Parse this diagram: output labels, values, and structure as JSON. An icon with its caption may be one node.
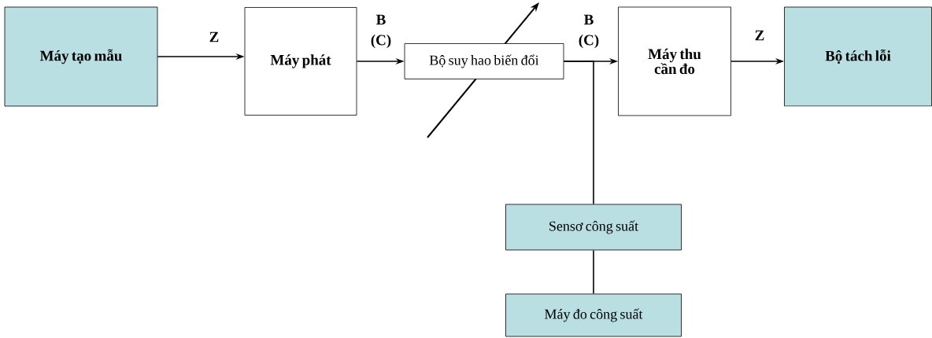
{
  "diagram": {
    "nodes": [
      {
        "text": [
          "Máy tạo mẫu"
        ]
      },
      {
        "text": [
          "Máy phát"
        ]
      },
      {
        "text": [
          "Bộ suy hao biến đổi"
        ]
      },
      {
        "text": [
          "Máy thu cần đo"
        ]
      },
      {
        "text": [
          "Bộ tách lỗi"
        ]
      },
      {
        "text": [
          "Sensơ công suất"
        ]
      },
      {
        "text": [
          "Máy đo công suất"
        ]
      }
    ],
    "edges": [
      {
        "from": 0,
        "to": 1,
        "arrow": "to",
        "label": "Z"
      },
      {
        "from": 1,
        "to": 2,
        "arrow": "to",
        "label": "B (C)"
      },
      {
        "from": 2,
        "to": 3,
        "arrow": "to",
        "label": "B (C)"
      },
      {
        "from": 3,
        "to": 4,
        "arrow": "to",
        "label": "Z"
      },
      {
        "from": 2,
        "to": 5,
        "arrow": "none"
      },
      {
        "from": 5,
        "to": 6,
        "arrow": "none"
      }
    ]
  }
}
